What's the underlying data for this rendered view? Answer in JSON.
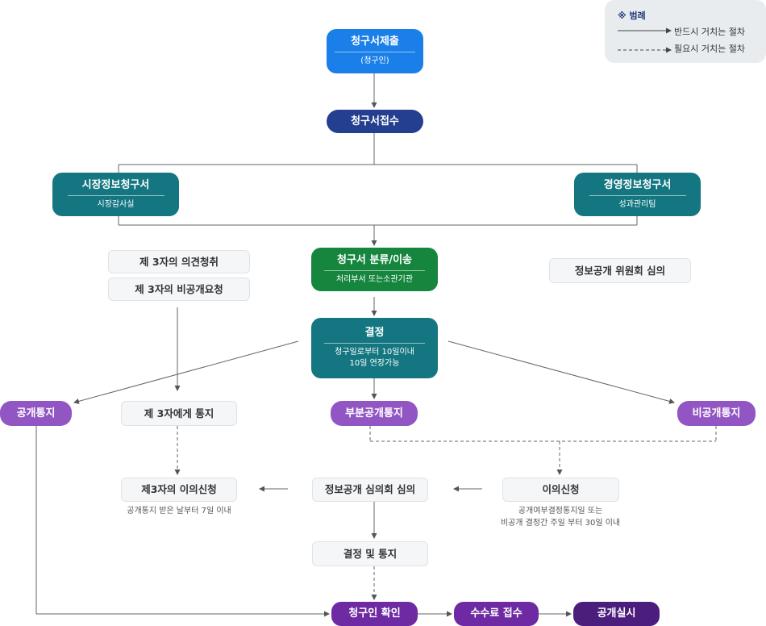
{
  "legend": {
    "title": "※ 범례",
    "solid": "반드시 거치는 절차",
    "dashed": "필요시 거치는 절차"
  },
  "nodes": {
    "submit": {
      "title": "청구서제출",
      "sub": "(청구인)"
    },
    "receive": {
      "title": "청구서접수"
    },
    "market": {
      "title": "시장정보청구서",
      "sub": "시장감사실"
    },
    "business": {
      "title": "경영정보청구서",
      "sub": "성과관리팀"
    },
    "classify": {
      "title": "청구서 분류/이송",
      "sub": "처리부서 또는소관기관"
    },
    "opinion": {
      "title": "제 3자의 의견청취"
    },
    "nondisclose_req": {
      "title": "제 3자의 비공개요청"
    },
    "committee_top": {
      "title": "정보공개 위원회 심의"
    },
    "decision": {
      "title": "결정",
      "sub1": "청구일로부터 10일이내",
      "sub2": "10일 연장가능"
    },
    "public_notice": {
      "title": "공개통지"
    },
    "third_notice": {
      "title": "제 3자에게 통지"
    },
    "partial_notice": {
      "title": "부분공개통지"
    },
    "nonpublic_notice": {
      "title": "비공개통지"
    },
    "third_objection": {
      "title": "제3자의 이의신청",
      "caption": "공개통지 받은 날부터 7일 이내"
    },
    "committee_mid": {
      "title": "정보공개 심의회 심의"
    },
    "objection": {
      "title": "이의신청",
      "caption1": "공개여부결정통지일 또는",
      "caption2": "비공개 결정간 주일 부터 30일 이내"
    },
    "final_decision": {
      "title": "결정 및 통지"
    },
    "confirm": {
      "title": "청구인 확인"
    },
    "fee": {
      "title": "수수료 접수"
    },
    "execute": {
      "title": "공개실시"
    }
  },
  "colors": {
    "blue": "#1a7fe8",
    "navy": "#243f8f",
    "teal": "#137680",
    "green": "#16863f",
    "purple": "#9156c3",
    "violet": "#6d2aa3",
    "darkviolet": "#4b1d7c"
  }
}
